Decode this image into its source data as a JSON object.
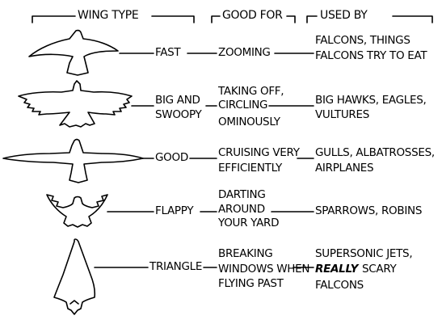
{
  "headers": {
    "wing_type": "WING TYPE",
    "good_for": "GOOD FOR",
    "used_by": "USED BY"
  },
  "rows": [
    {
      "icon": "falcon-wing-icon",
      "type": "FAST",
      "good_for": [
        "ZOOMING"
      ],
      "used_by": [
        "FALCONS, THINGS",
        "FALCONS TRY TO EAT"
      ]
    },
    {
      "icon": "eagle-wing-icon",
      "type": [
        "BIG AND",
        "SWOOPY"
      ],
      "good_for": [
        "TAKING OFF,",
        "CIRCLING",
        "OMINOUSLY"
      ],
      "used_by": [
        "BIG HAWKS, EAGLES,",
        "VULTURES"
      ]
    },
    {
      "icon": "albatross-wing-icon",
      "type": "GOOD",
      "good_for": [
        "CRUISING VERY",
        "EFFICIENTLY"
      ],
      "used_by": [
        "GULLS, ALBATROSSES,",
        "AIRPLANES"
      ]
    },
    {
      "icon": "sparrow-wing-icon",
      "type": "FLAPPY",
      "good_for": [
        "DARTING",
        "AROUND",
        "YOUR YARD"
      ],
      "used_by": [
        "SPARROWS, ROBINS"
      ]
    },
    {
      "icon": "delta-wing-icon",
      "type": "TRIANGLE",
      "good_for": [
        "BREAKING",
        "WINDOWS WHEN",
        "FLYING PAST"
      ],
      "used_by": [
        "SUPERSONIC JETS,",
        "REALLY",
        "SCARY",
        "FALCONS"
      ]
    }
  ]
}
